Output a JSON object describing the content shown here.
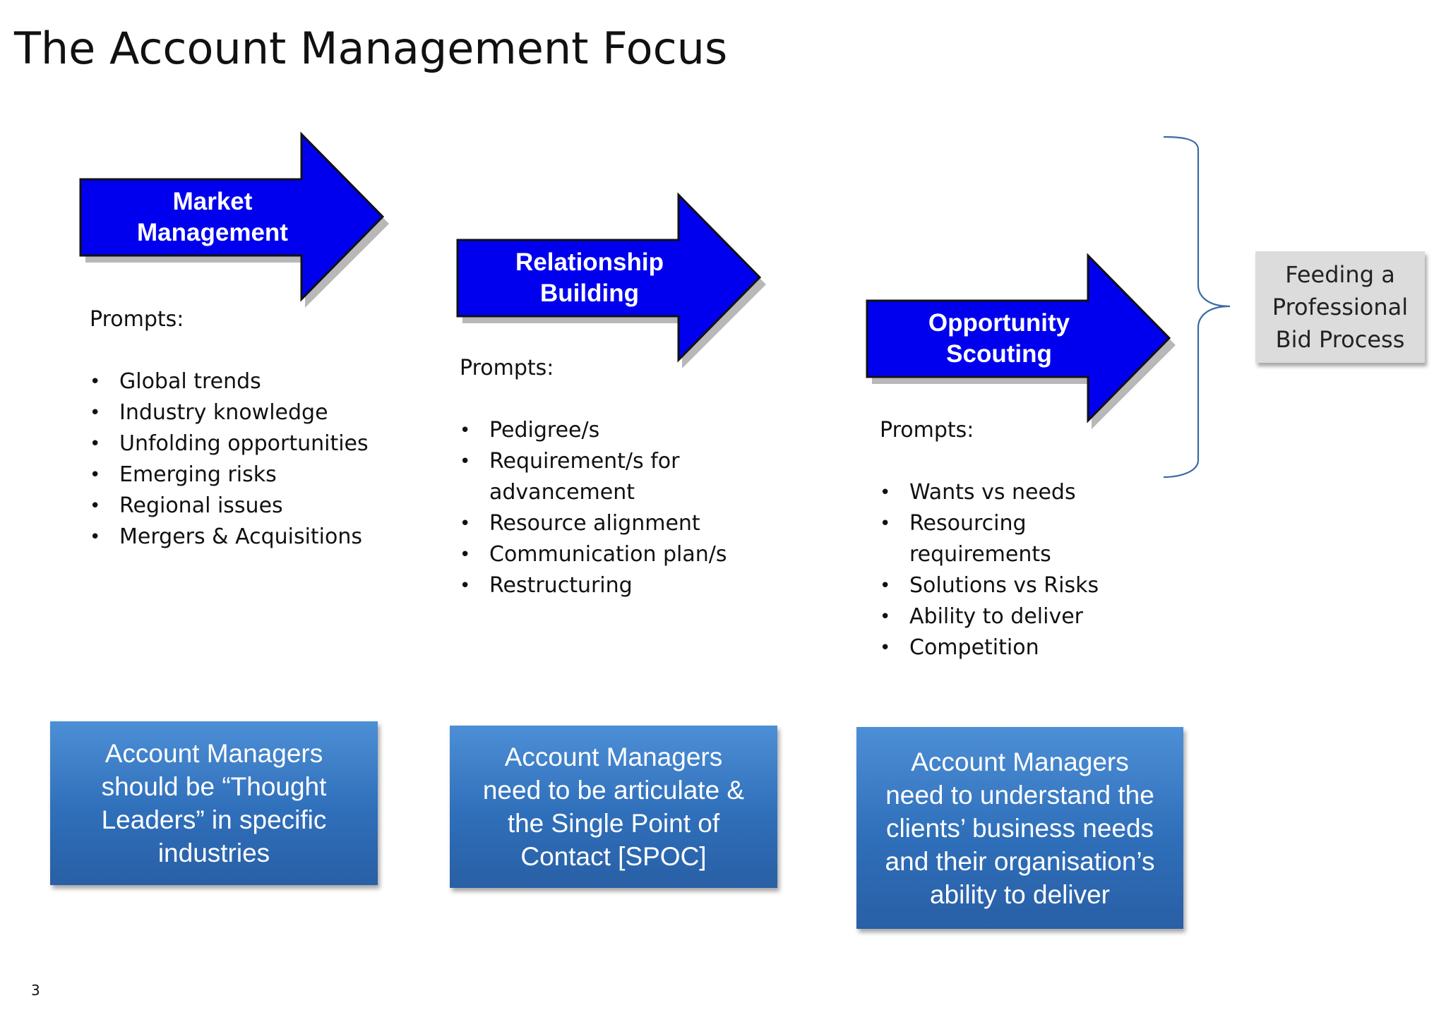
{
  "title": "The Account Management Focus",
  "colors": {
    "arrow_fill": "#0000ee",
    "arrow_outline": "#111111",
    "summary_box_top": "#4d8fd6",
    "summary_box_bottom": "#295fa5",
    "bracket_line": "#3b6aa5",
    "feed_box_fill": "#dcdcdc"
  },
  "columns": [
    {
      "arrow_label_lines": [
        "Market",
        "Management"
      ],
      "prompts_heading": "Prompts:",
      "prompts": [
        "Global trends",
        "Industry knowledge",
        "Unfolding opportunities",
        "Emerging risks",
        "Regional issues",
        "Mergers & Acquisitions"
      ],
      "summary_lines": [
        "Account Managers",
        "should be “Thought",
        "Leaders” in specific",
        "industries"
      ]
    },
    {
      "arrow_label_lines": [
        "Relationship",
        "Building"
      ],
      "prompts_heading": "Prompts:",
      "prompts": [
        "Pedigree/s",
        "Requirement/s for",
        "Resource alignment",
        "Communication plan/s",
        "Restructuring"
      ],
      "prompt_continuations": {
        "1": "advancement"
      },
      "summary_lines": [
        "Account Managers",
        "need to be articulate &",
        "the Single Point of",
        "Contact [SPOC]"
      ]
    },
    {
      "arrow_label_lines": [
        "Opportunity",
        "Scouting"
      ],
      "prompts_heading": "Prompts:",
      "prompts": [
        "Wants vs needs",
        "Resourcing",
        "Solutions vs Risks",
        "Ability to deliver",
        "Competition"
      ],
      "prompt_continuations": {
        "1": "requirements"
      },
      "summary_lines": [
        "Account Managers",
        "need to understand the",
        "clients’ business needs",
        "and their organisation’s",
        "ability to deliver"
      ]
    }
  ],
  "feed_box": {
    "lines": [
      "Feeding a",
      "Professional",
      "Bid Process"
    ]
  },
  "page_number": "3"
}
